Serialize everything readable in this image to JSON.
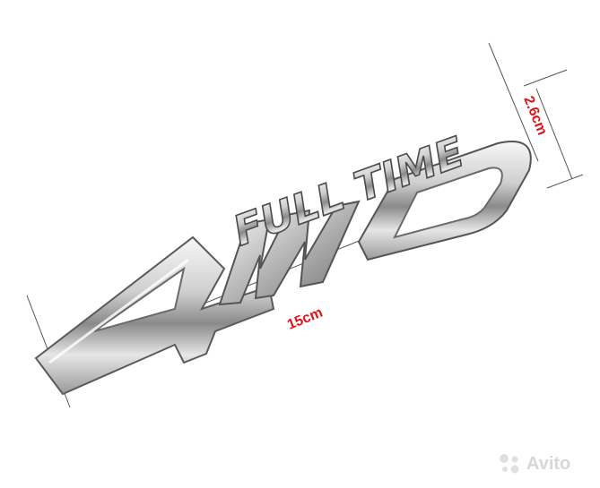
{
  "dimensions": {
    "width_label": "15cm",
    "height_label": "2.6cm",
    "label_color": "#e0141b",
    "line_color": "#555555"
  },
  "emblem": {
    "text_small": "FULL TIME",
    "text_large": "4WD",
    "finish": "chrome"
  },
  "watermark": {
    "text": "Avito",
    "icon": "avito-dots-icon"
  }
}
